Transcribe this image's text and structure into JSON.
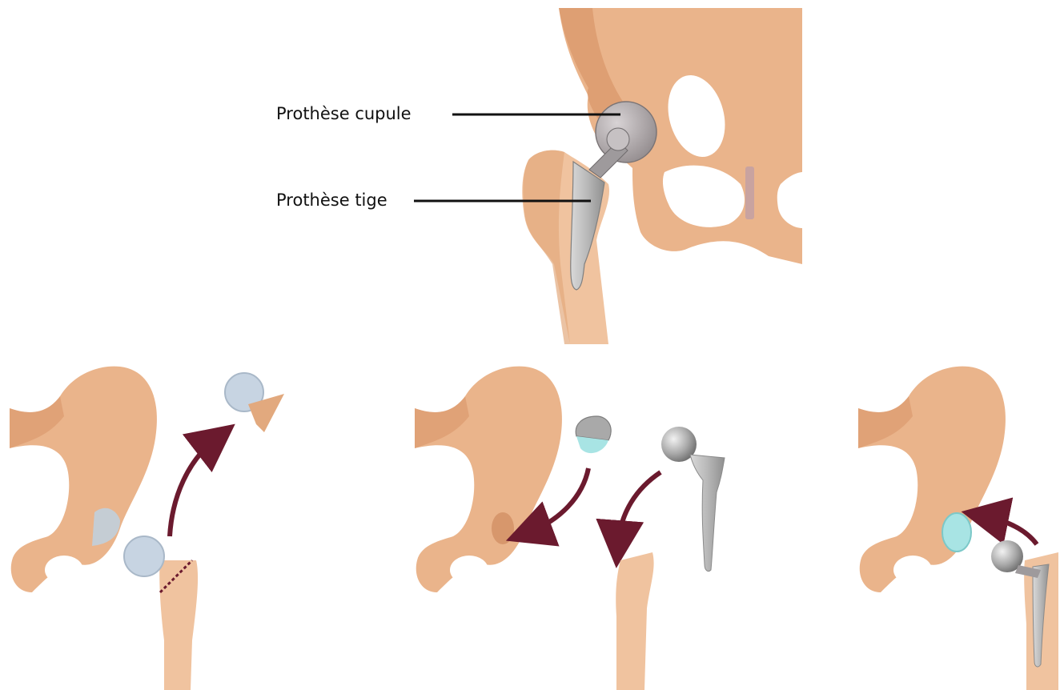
{
  "diagram": {
    "labels": {
      "cup": "Prothèse cupule",
      "stem": "Prothèse tige"
    }
  },
  "colors": {
    "bone": "#eab48b",
    "bone_dark": "#d8966a",
    "bone_light": "#f3cfb0",
    "hole": "#ffffff",
    "implant": "#b9b4b6",
    "implant_dark": "#8f8a8c",
    "cup_liner": "#a8e4e4",
    "arrow": "#6b1a2e",
    "cartilage": "#bcd3e6",
    "leader": "#111111"
  },
  "icons": {
    "main": "hip-prosthesis-illustration",
    "step1": "femoral-head-removal-icon",
    "step2": "implant-placement-icon",
    "step3": "assembled-hip-icon"
  }
}
